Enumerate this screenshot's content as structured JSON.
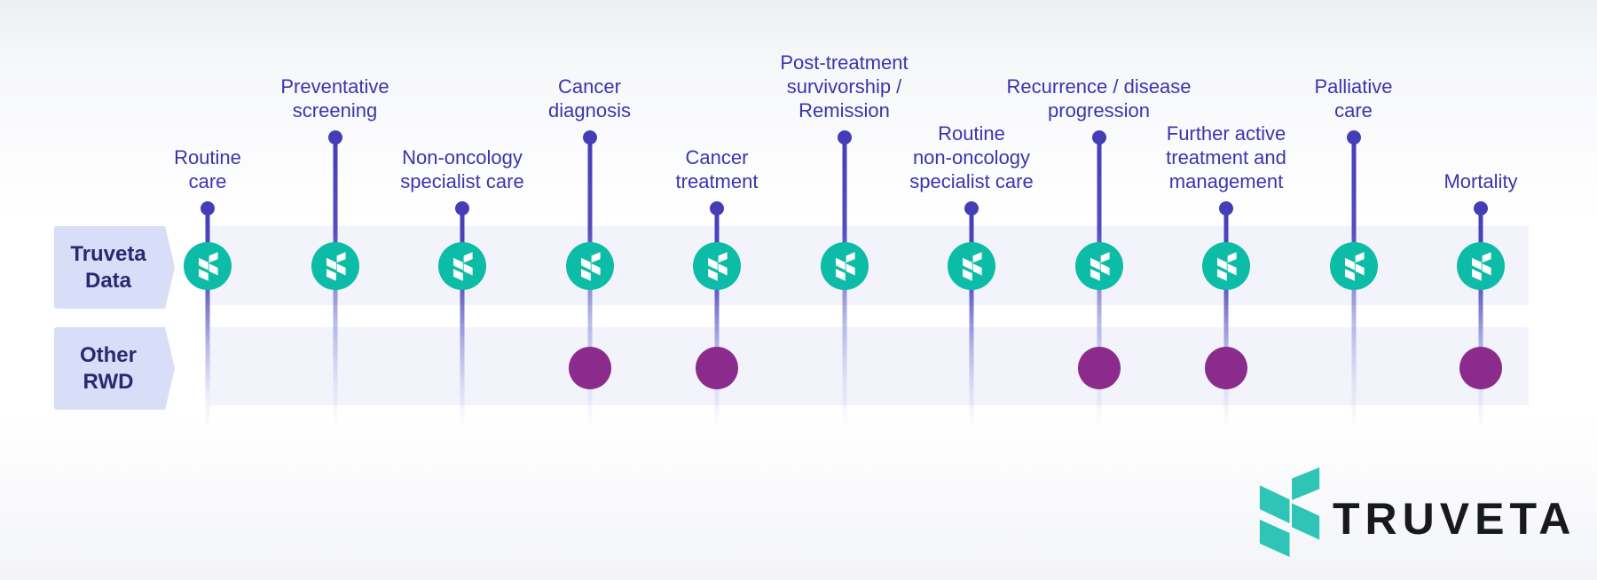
{
  "diagram": {
    "description": "Patient oncology care journey timeline comparing data coverage",
    "rows": [
      {
        "id": "truveta-data",
        "label": "Truveta\nData"
      },
      {
        "id": "other-rwd",
        "label": "Other\nRWD"
      }
    ],
    "milestones": [
      {
        "label": "Routine\ncare",
        "stem": "short",
        "truveta_data": true,
        "other_rwd": false
      },
      {
        "label": "Preventative\nscreening",
        "stem": "tall",
        "truveta_data": true,
        "other_rwd": false
      },
      {
        "label": "Non-oncology\nspecialist care",
        "stem": "short",
        "truveta_data": true,
        "other_rwd": false
      },
      {
        "label": "Cancer\ndiagnosis",
        "stem": "tall",
        "truveta_data": true,
        "other_rwd": true
      },
      {
        "label": "Cancer\ntreatment",
        "stem": "short",
        "truveta_data": true,
        "other_rwd": true
      },
      {
        "label": "Post-treatment\nsurvivorship /\nRemission",
        "stem": "tall",
        "truveta_data": true,
        "other_rwd": false
      },
      {
        "label": "Routine\nnon-oncology\nspecialist care",
        "stem": "short",
        "truveta_data": true,
        "other_rwd": false
      },
      {
        "label": "Recurrence / disease\nprogression",
        "stem": "tall",
        "truveta_data": true,
        "other_rwd": true
      },
      {
        "label": "Further active\ntreatment and\nmanagement",
        "stem": "short",
        "truveta_data": true,
        "other_rwd": true
      },
      {
        "label": "Palliative\ncare",
        "stem": "tall",
        "truveta_data": true,
        "other_rwd": false
      },
      {
        "label": "Mortality",
        "stem": "short",
        "truveta_data": true,
        "other_rwd": true
      }
    ],
    "markers": {
      "truveta_marker_icon": "truveta-leaf-icon",
      "other_marker_icon": "filled-circle"
    }
  },
  "logo": {
    "wordmark": "TRUVETA",
    "mark_icon": "truveta-leaf-icon"
  },
  "colors": {
    "label_text": "#3a35ad",
    "stem": "#453db6",
    "teal": "#0cbca6",
    "purple": "#8b2b8c",
    "band_bg": "#f2f3fb",
    "arrow_bg": "#d8ddf8",
    "arrow_text": "#2a2970",
    "wordmark": "#17191c",
    "logo_teal": "#2ec4b6"
  }
}
